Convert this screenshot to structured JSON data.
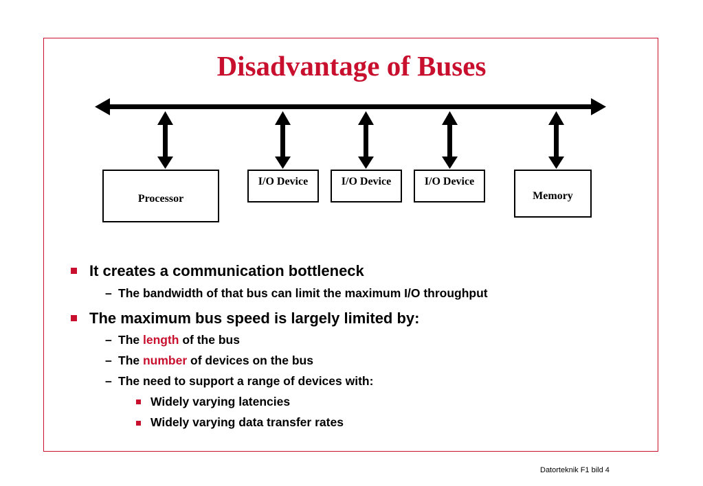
{
  "slide": {
    "title": "Disadvantage of Buses",
    "diagram": {
      "processor": "Processor",
      "io_devices": [
        "I/O Device",
        "I/O Device",
        "I/O Device"
      ],
      "memory": "Memory"
    },
    "bullets": [
      {
        "text": "It creates a communication bottleneck",
        "sub": [
          {
            "text": "The bandwidth of that bus can limit the maximum I/O throughput"
          }
        ]
      },
      {
        "text": "The maximum bus speed is largely limited by:",
        "sub": [
          {
            "pre": "The ",
            "highlight": "length",
            "post": " of the bus"
          },
          {
            "pre": "The ",
            "highlight": "number",
            "post": " of devices on the bus"
          },
          {
            "text": "The need to support a range of devices with:"
          }
        ],
        "subsub": [
          "Widely varying latencies",
          "Widely varying data transfer rates"
        ]
      }
    ],
    "footer": "Datorteknik F1 bild 4",
    "colors": {
      "accent": "#c8102e",
      "text": "#000000"
    }
  }
}
